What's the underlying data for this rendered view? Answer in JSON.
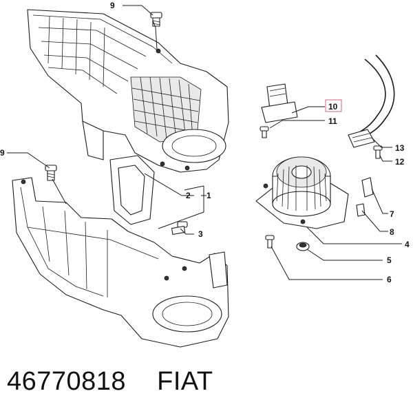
{
  "callouts": {
    "c1": "1",
    "c2": "2",
    "c3": "3",
    "c4": "4",
    "c5": "5",
    "c6": "6",
    "c7": "7",
    "c8": "8",
    "c9a": "9",
    "c9b": "9",
    "c10": "10",
    "c11": "11",
    "c12": "12",
    "c13": "13"
  },
  "highlight_color": "#e07a8a",
  "caption": {
    "part_number": "46770818",
    "brand": "FIAT"
  }
}
